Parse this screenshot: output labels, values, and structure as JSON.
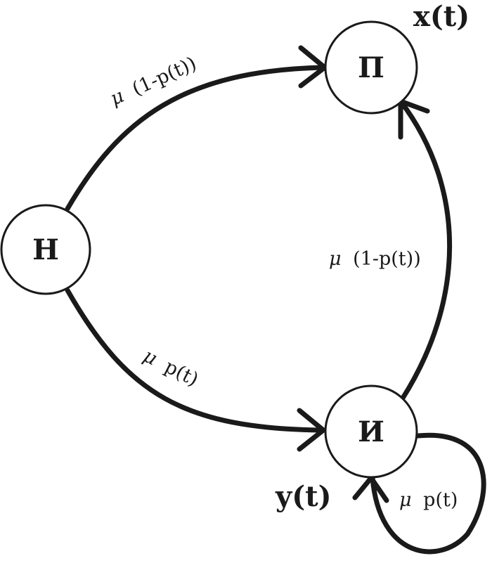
{
  "nodes": {
    "h": {
      "label": "Н"
    },
    "p": {
      "label": "П"
    },
    "i": {
      "label": "И"
    }
  },
  "variables": {
    "x": "x(t)",
    "y": "y(t)"
  },
  "edges": {
    "h_to_p": {
      "mu": "μ",
      "rate": "(1-p(t))"
    },
    "h_to_i": {
      "mu": "μ",
      "rate": "p(t)"
    },
    "i_to_p": {
      "mu": "μ",
      "rate": "(1-p(t))"
    },
    "i_self": {
      "mu": "μ",
      "rate": "p(t)"
    }
  },
  "colors": {
    "stroke": "#1a1a1a",
    "fill": "#ffffff"
  }
}
